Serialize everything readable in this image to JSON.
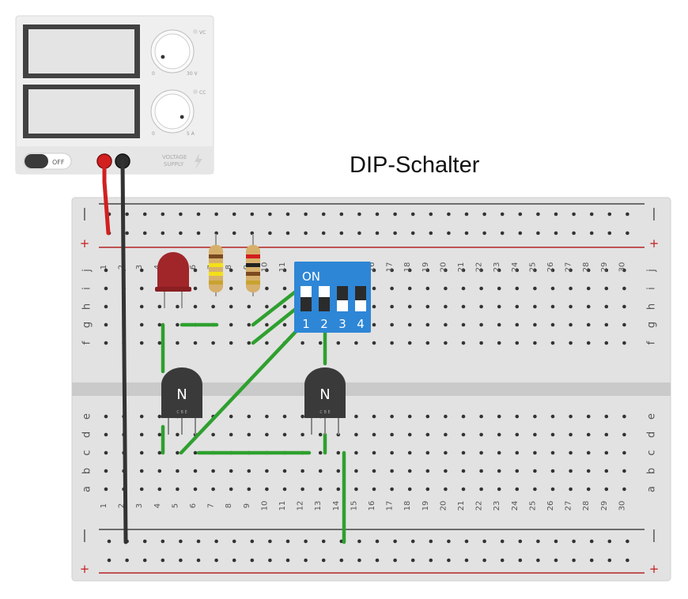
{
  "caption": "DIP-Schalter",
  "power_supply": {
    "power_switch_label": "OFF",
    "supply_label_line1": "VOLTAGE",
    "supply_label_line2": "SUPPLY",
    "voltage_knob": {
      "min_label": "0",
      "max_label": "30 V",
      "indicator_label": "VC"
    },
    "current_knob": {
      "min_label": "0",
      "max_label": "5 A",
      "indicator_label": "CC"
    }
  },
  "breadboard": {
    "columns": [
      "1",
      "2",
      "3",
      "4",
      "5",
      "6",
      "7",
      "8",
      "9",
      "10",
      "11",
      "12",
      "13",
      "14",
      "15",
      "16",
      "17",
      "18",
      "19",
      "20",
      "21",
      "22",
      "23",
      "24",
      "25",
      "26",
      "27",
      "28",
      "29",
      "30"
    ],
    "upper_rows": [
      "j",
      "i",
      "h",
      "g",
      "f"
    ],
    "lower_rows": [
      "e",
      "d",
      "c",
      "b",
      "a"
    ],
    "rail_minus": "—",
    "rail_plus": "+"
  },
  "dip_switch": {
    "on_label": "ON",
    "switch_numbers": [
      "1",
      "2",
      "3",
      "4"
    ],
    "switch_states": [
      false,
      false,
      true,
      true
    ],
    "body_color": "#2e86d6"
  },
  "transistors": [
    {
      "label": "N",
      "pins": "C B E"
    },
    {
      "label": "N",
      "pins": "C B E"
    }
  ],
  "colors": {
    "wire_red": "#d21f1f",
    "wire_black": "#333333",
    "wire_green": "#2ea02e",
    "led_red": "#a0262a"
  }
}
